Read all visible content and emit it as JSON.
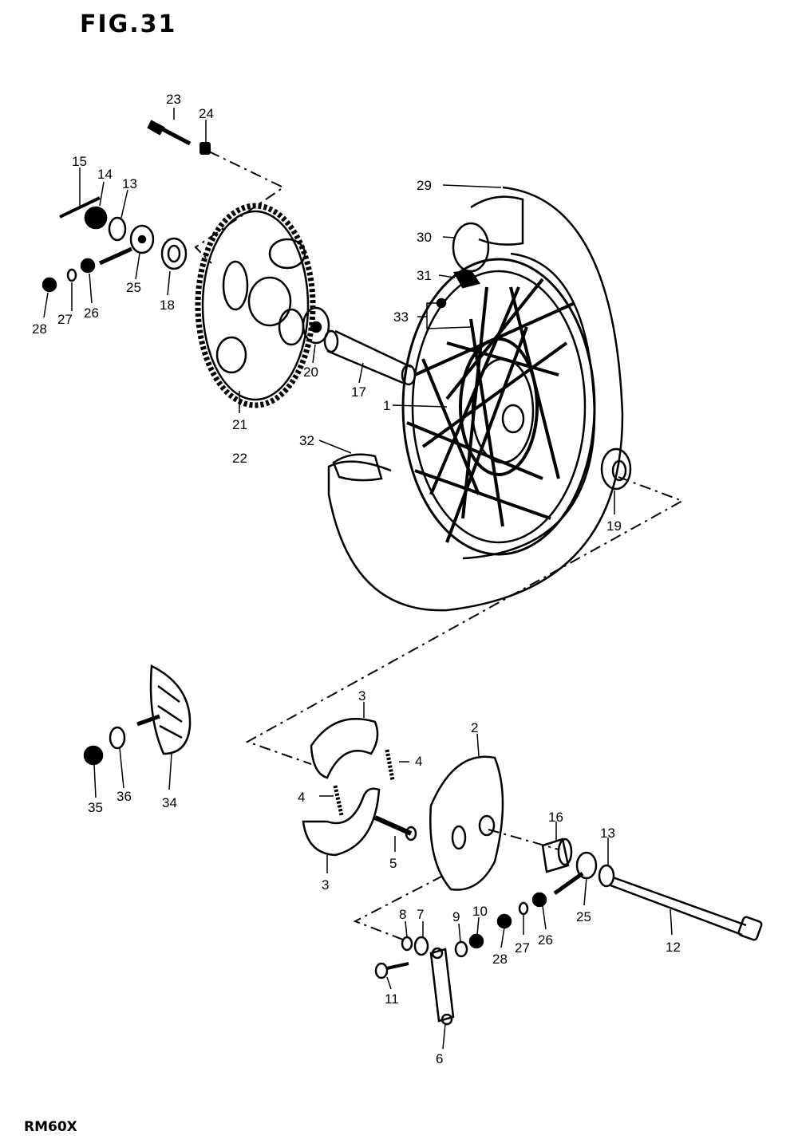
{
  "figure": {
    "title": "FIG.31",
    "model": "RM60X"
  },
  "parts": [
    {
      "key": "p23",
      "label": "23"
    },
    {
      "key": "p24",
      "label": "24"
    },
    {
      "key": "p15",
      "label": "15"
    },
    {
      "key": "p14",
      "label": "14"
    },
    {
      "key": "p13a",
      "label": "13"
    },
    {
      "key": "p25a",
      "label": "25"
    },
    {
      "key": "p18",
      "label": "18"
    },
    {
      "key": "p26a",
      "label": "26"
    },
    {
      "key": "p27a",
      "label": "27"
    },
    {
      "key": "p28a",
      "label": "28"
    },
    {
      "key": "p21",
      "label": "21"
    },
    {
      "key": "p22",
      "label": "22"
    },
    {
      "key": "p20",
      "label": "20"
    },
    {
      "key": "p17",
      "label": "17"
    },
    {
      "key": "p29",
      "label": "29"
    },
    {
      "key": "p30",
      "label": "30"
    },
    {
      "key": "p31",
      "label": "31"
    },
    {
      "key": "p33",
      "label": "33"
    },
    {
      "key": "p1",
      "label": "1"
    },
    {
      "key": "p32",
      "label": "32"
    },
    {
      "key": "p19",
      "label": "19"
    },
    {
      "key": "p34",
      "label": "34"
    },
    {
      "key": "p35",
      "label": "35"
    },
    {
      "key": "p36",
      "label": "36"
    },
    {
      "key": "p3a",
      "label": "3"
    },
    {
      "key": "p4a",
      "label": "4"
    },
    {
      "key": "p4b",
      "label": "4"
    },
    {
      "key": "p3b",
      "label": "3"
    },
    {
      "key": "p5",
      "label": "5"
    },
    {
      "key": "p2",
      "label": "2"
    },
    {
      "key": "p16",
      "label": "16"
    },
    {
      "key": "p13b",
      "label": "13"
    },
    {
      "key": "p25b",
      "label": "25"
    },
    {
      "key": "p12",
      "label": "12"
    },
    {
      "key": "p8",
      "label": "8"
    },
    {
      "key": "p7",
      "label": "7"
    },
    {
      "key": "p9",
      "label": "9"
    },
    {
      "key": "p10",
      "label": "10"
    },
    {
      "key": "p28b",
      "label": "28"
    },
    {
      "key": "p27b",
      "label": "27"
    },
    {
      "key": "p26b",
      "label": "26"
    },
    {
      "key": "p11",
      "label": "11"
    },
    {
      "key": "p6",
      "label": "6"
    }
  ]
}
